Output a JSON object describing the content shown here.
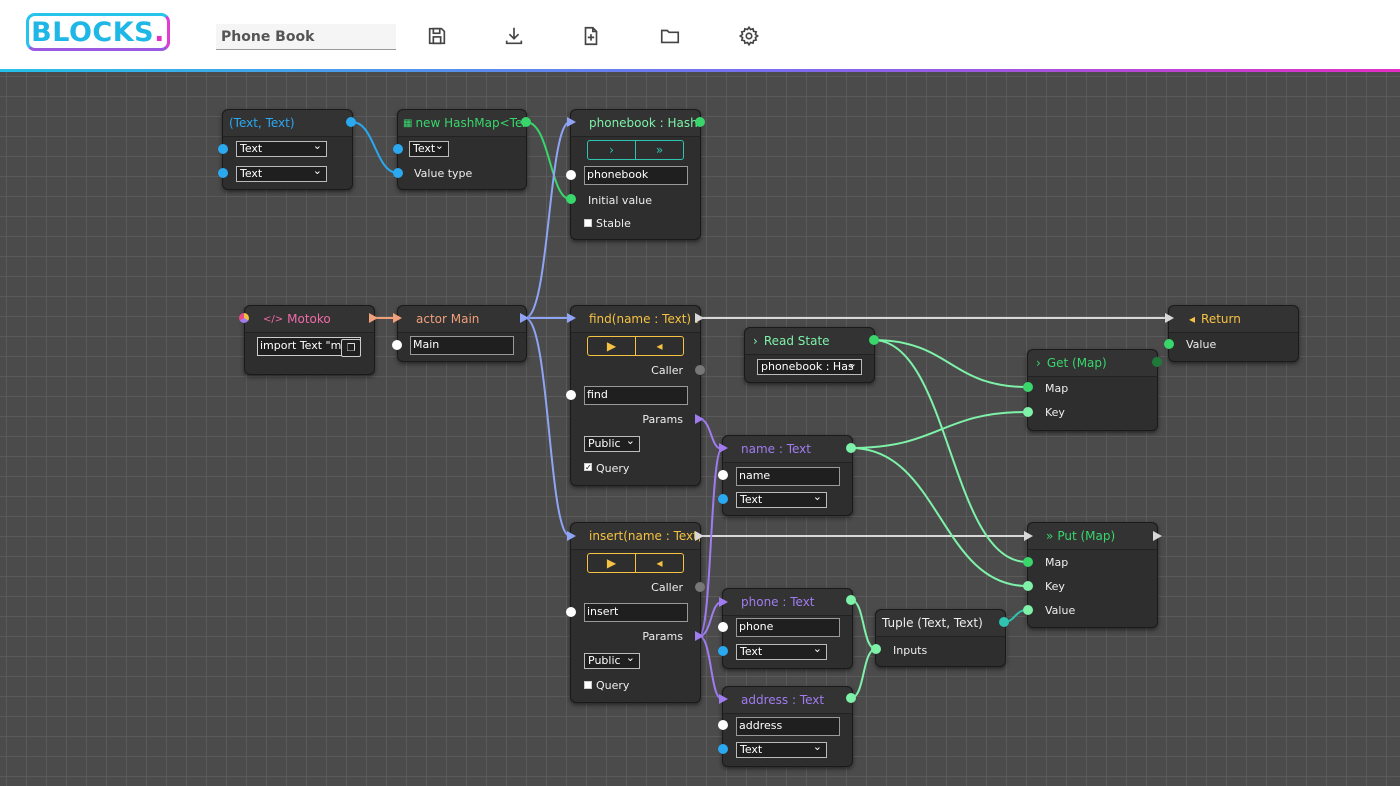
{
  "app": {
    "logo_text": "BLOCKS",
    "logo_dot": ".",
    "project_name": "Phone Book"
  },
  "toolbar": [
    {
      "icon": "save-icon"
    },
    {
      "icon": "download-icon"
    },
    {
      "icon": "new-file-icon"
    },
    {
      "icon": "folder-icon"
    },
    {
      "icon": "gear-icon"
    }
  ],
  "colors": {
    "blue": "#2aa8f0",
    "green": "#38d66b",
    "purple": "#a07cf0",
    "lavender": "#8fa4f5",
    "mint": "#7ef2a8",
    "yellow": "#f5c242",
    "pink": "#f06aa8",
    "orange": "#f0a07a"
  },
  "nodes": {
    "tuple_type": {
      "title": "(Text, Text)",
      "sel1": "Text",
      "sel2": "Text"
    },
    "hashmap": {
      "title": "new HashMap<Tex",
      "sel": "Text",
      "value_type": "Value type"
    },
    "phonebook": {
      "title": "phonebook : Hash",
      "btn1": "›",
      "btn2": "»",
      "name": "phonebook",
      "initial": "Initial value",
      "stable": "Stable"
    },
    "motoko": {
      "title": "Motoko",
      "code": "import Text \"mo:"
    },
    "actor": {
      "title": "actor Main",
      "name": "Main"
    },
    "find": {
      "title": "find(name : Text) :",
      "caller": "Caller",
      "name": "find",
      "params": "Params",
      "visibility": "Public",
      "query": "Query"
    },
    "read_state": {
      "title": "Read State",
      "sel": "phonebook : Has"
    },
    "get_map": {
      "title": "Get (Map)",
      "map": "Map",
      "key": "Key"
    },
    "ret": {
      "title": "Return",
      "value": "Value"
    },
    "name_param": {
      "title": "name : Text",
      "name": "name",
      "sel": "Text"
    },
    "insert": {
      "title": "insert(name : Text,",
      "caller": "Caller",
      "name": "insert",
      "params": "Params",
      "visibility": "Public",
      "query": "Query"
    },
    "phone_param": {
      "title": "phone : Text",
      "name": "phone",
      "sel": "Text"
    },
    "address_param": {
      "title": "address : Text",
      "name": "address",
      "sel": "Text"
    },
    "tuple": {
      "title": "Tuple (Text, Text)",
      "inputs": "Inputs"
    },
    "put_map": {
      "title": "Put (Map)",
      "map": "Map",
      "key": "Key",
      "value": "Value"
    }
  }
}
